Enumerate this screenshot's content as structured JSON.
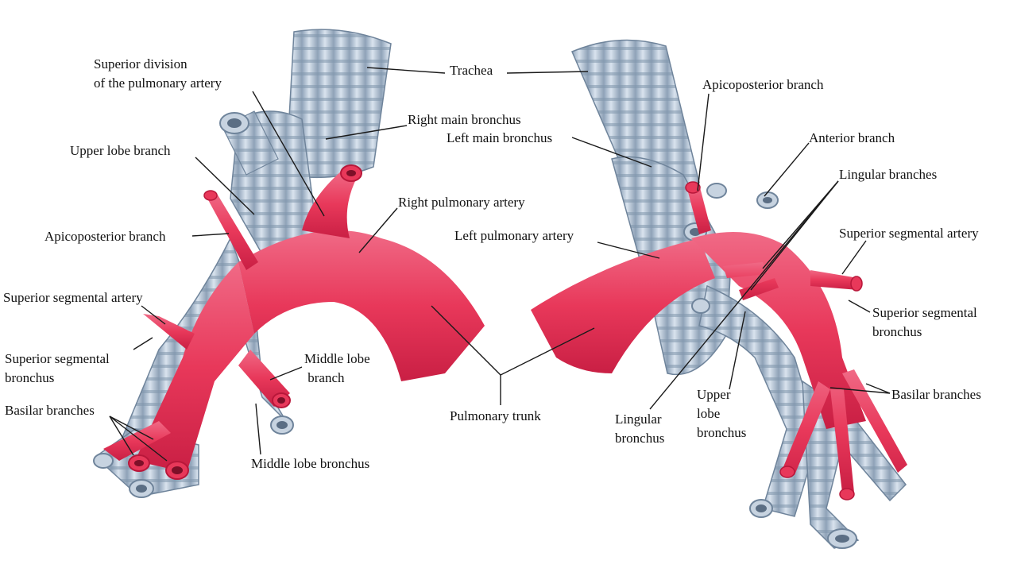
{
  "colors": {
    "artery": "#e8385a",
    "artery_dark": "#c91f44",
    "airway": "#b9c8d8",
    "airway_dark": "#7f93aa",
    "leader": "#1a1a1a",
    "background": "#ffffff"
  },
  "labels": {
    "superior_division": "Superior division\nof the pulmonary artery",
    "trachea": "Trachea",
    "right_main_bronchus": "Right main bronchus",
    "left_main_bronchus": "Left main bronchus",
    "upper_lobe_branch": "Upper lobe branch",
    "right_pulmonary_artery": "Right pulmonary artery",
    "apicoposterior_branch_left": "Apicoposterior branch",
    "left_pulmonary_artery": "Left pulmonary artery",
    "superior_segmental_artery_left": "Superior segmental artery",
    "superior_segmental_bronchus_left": "Superior segmental\nbronchus",
    "middle_lobe_branch": "Middle lobe\n branch",
    "basilar_branches_left": "Basilar branches",
    "pulmonary_trunk": "Pulmonary trunk",
    "middle_lobe_bronchus": "Middle lobe bronchus",
    "apicoposterior_branch_right": "Apicoposterior branch",
    "anterior_branch": "Anterior branch",
    "lingular_branches": "Lingular branches",
    "superior_segmental_artery_right": "Superior segmental artery",
    "superior_segmental_bronchus_right": "Superior segmental\nbronchus",
    "basilar_branches_right": "Basilar branches",
    "upper_lobe_bronchus": "Upper\nlobe\nbronchus",
    "lingular_bronchus": "Lingular\nbronchus"
  }
}
